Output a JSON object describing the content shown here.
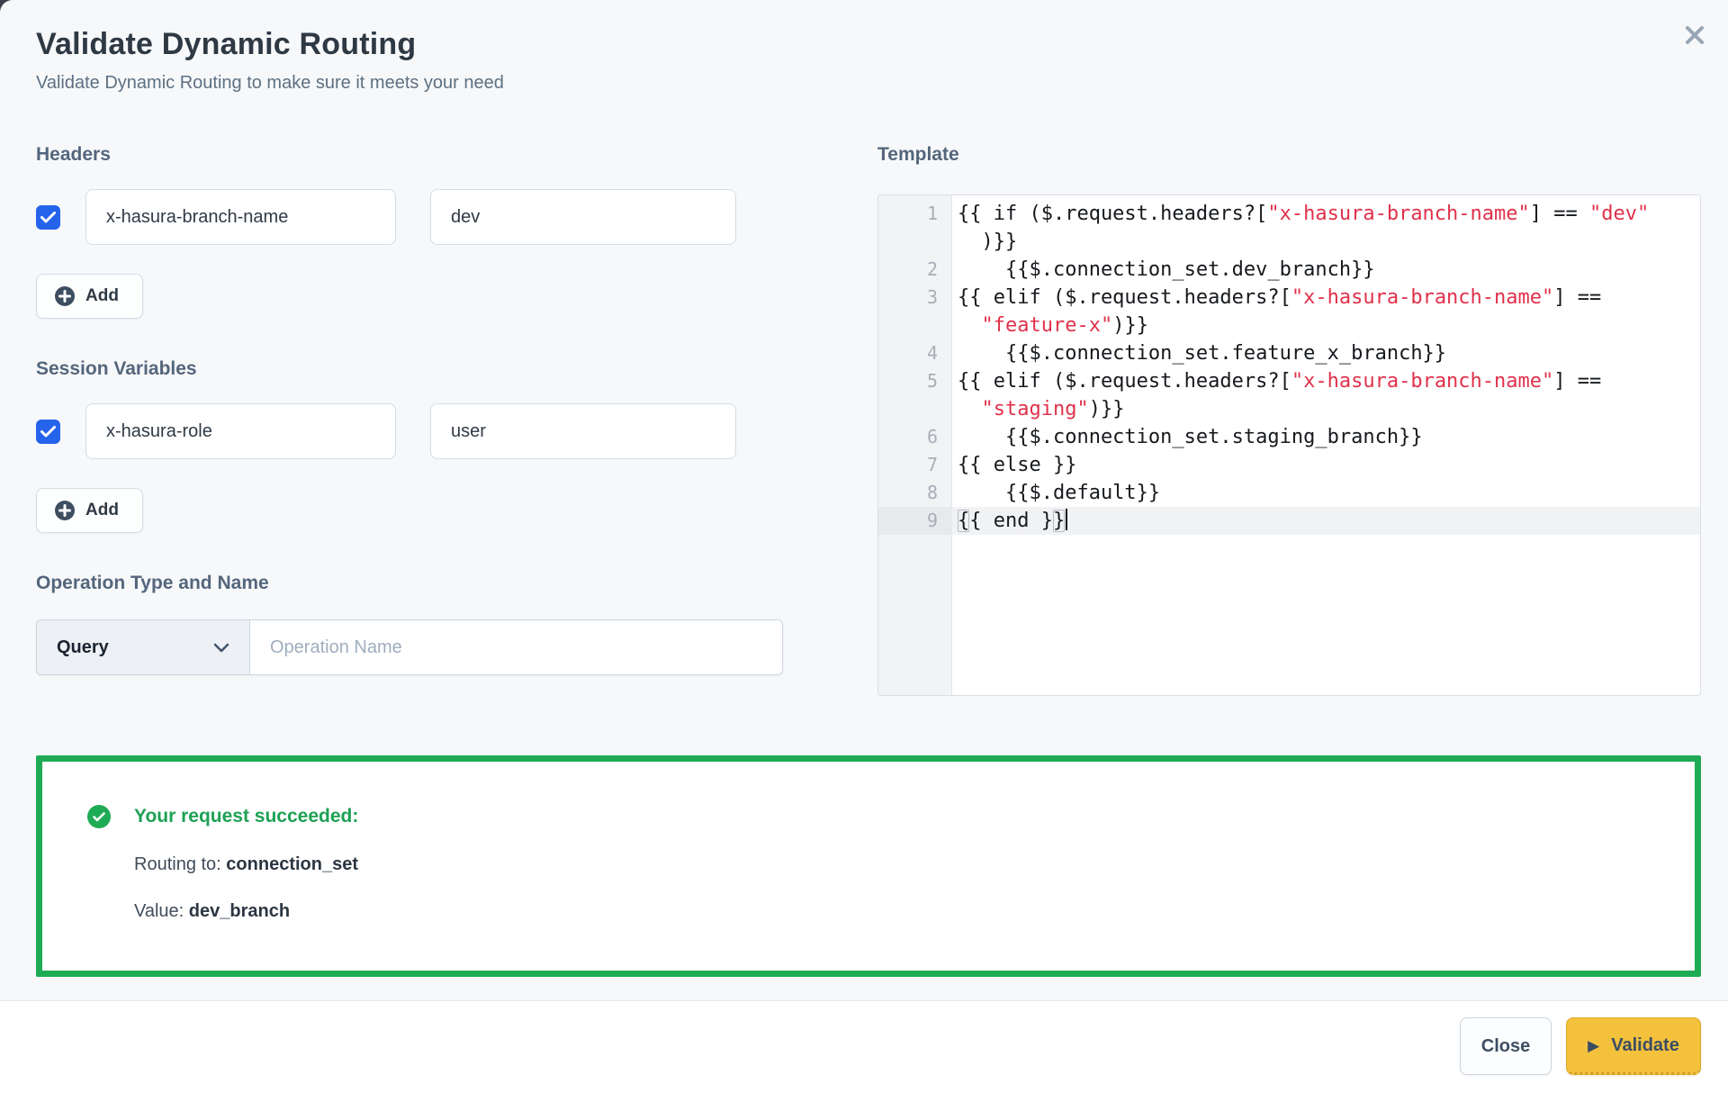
{
  "dialog": {
    "title": "Validate Dynamic Routing",
    "subtitle": "Validate Dynamic Routing to make sure it meets your need"
  },
  "headers_section": {
    "label": "Headers",
    "add_label": "Add",
    "rows": [
      {
        "checked": true,
        "key": "x-hasura-branch-name",
        "value": "dev"
      }
    ]
  },
  "session_section": {
    "label": "Session Variables",
    "add_label": "Add",
    "rows": [
      {
        "checked": true,
        "key": "x-hasura-role",
        "value": "user"
      }
    ]
  },
  "operation_section": {
    "label": "Operation Type and Name",
    "type_selected": "Query",
    "name_placeholder": "Operation Name"
  },
  "template_section": {
    "label": "Template",
    "code_rows": [
      {
        "num": "1",
        "segs": [
          [
            "{{ if ($.request.headers?[",
            "c"
          ],
          [
            "\"x-hasura-branch-name\"",
            "s"
          ],
          [
            "] == ",
            "c"
          ],
          [
            "\"dev\"",
            "s"
          ]
        ]
      },
      {
        "num": "",
        "segs": [
          [
            "  )}}",
            "c"
          ]
        ]
      },
      {
        "num": "2",
        "segs": [
          [
            "    {{$.connection_set.dev_branch}}",
            "c"
          ]
        ]
      },
      {
        "num": "3",
        "segs": [
          [
            "{{ elif ($.request.headers?[",
            "c"
          ],
          [
            "\"x-hasura-branch-name\"",
            "s"
          ],
          [
            "] ==",
            "c"
          ]
        ]
      },
      {
        "num": "",
        "segs": [
          [
            "  ",
            "c"
          ],
          [
            "\"feature-x\"",
            "s"
          ],
          [
            ")}}",
            "c"
          ]
        ]
      },
      {
        "num": "4",
        "segs": [
          [
            "    {{$.connection_set.feature_x_branch}}",
            "c"
          ]
        ]
      },
      {
        "num": "5",
        "segs": [
          [
            "{{ elif ($.request.headers?[",
            "c"
          ],
          [
            "\"x-hasura-branch-name\"",
            "s"
          ],
          [
            "] ==",
            "c"
          ]
        ]
      },
      {
        "num": "",
        "segs": [
          [
            "  ",
            "c"
          ],
          [
            "\"staging\"",
            "s"
          ],
          [
            ")}}",
            "c"
          ]
        ]
      },
      {
        "num": "6",
        "segs": [
          [
            "    {{$.connection_set.staging_branch}}",
            "c"
          ]
        ]
      },
      {
        "num": "7",
        "segs": [
          [
            "{{ else }}",
            "c"
          ]
        ]
      },
      {
        "num": "8",
        "segs": [
          [
            "    {{$.default}}",
            "c"
          ]
        ]
      },
      {
        "num": "9",
        "active": true,
        "cursor": true,
        "segs": [
          [
            "{",
            "m"
          ],
          [
            "{ end }",
            "c"
          ],
          [
            "}",
            "m"
          ]
        ]
      }
    ]
  },
  "result": {
    "heading": "Your request succeeded:",
    "routing_label": "Routing to: ",
    "routing_value": "connection_set",
    "value_label": "Value: ",
    "value_value": "dev_branch"
  },
  "footer": {
    "close_label": "Close",
    "validate_label": "Validate"
  },
  "colors": {
    "success_green": "#1fab55",
    "checkbox_blue": "#2563eb",
    "validate_amber": "#f4c13d",
    "code_string_red": "#e0314b",
    "background": "#f6f8fa"
  }
}
